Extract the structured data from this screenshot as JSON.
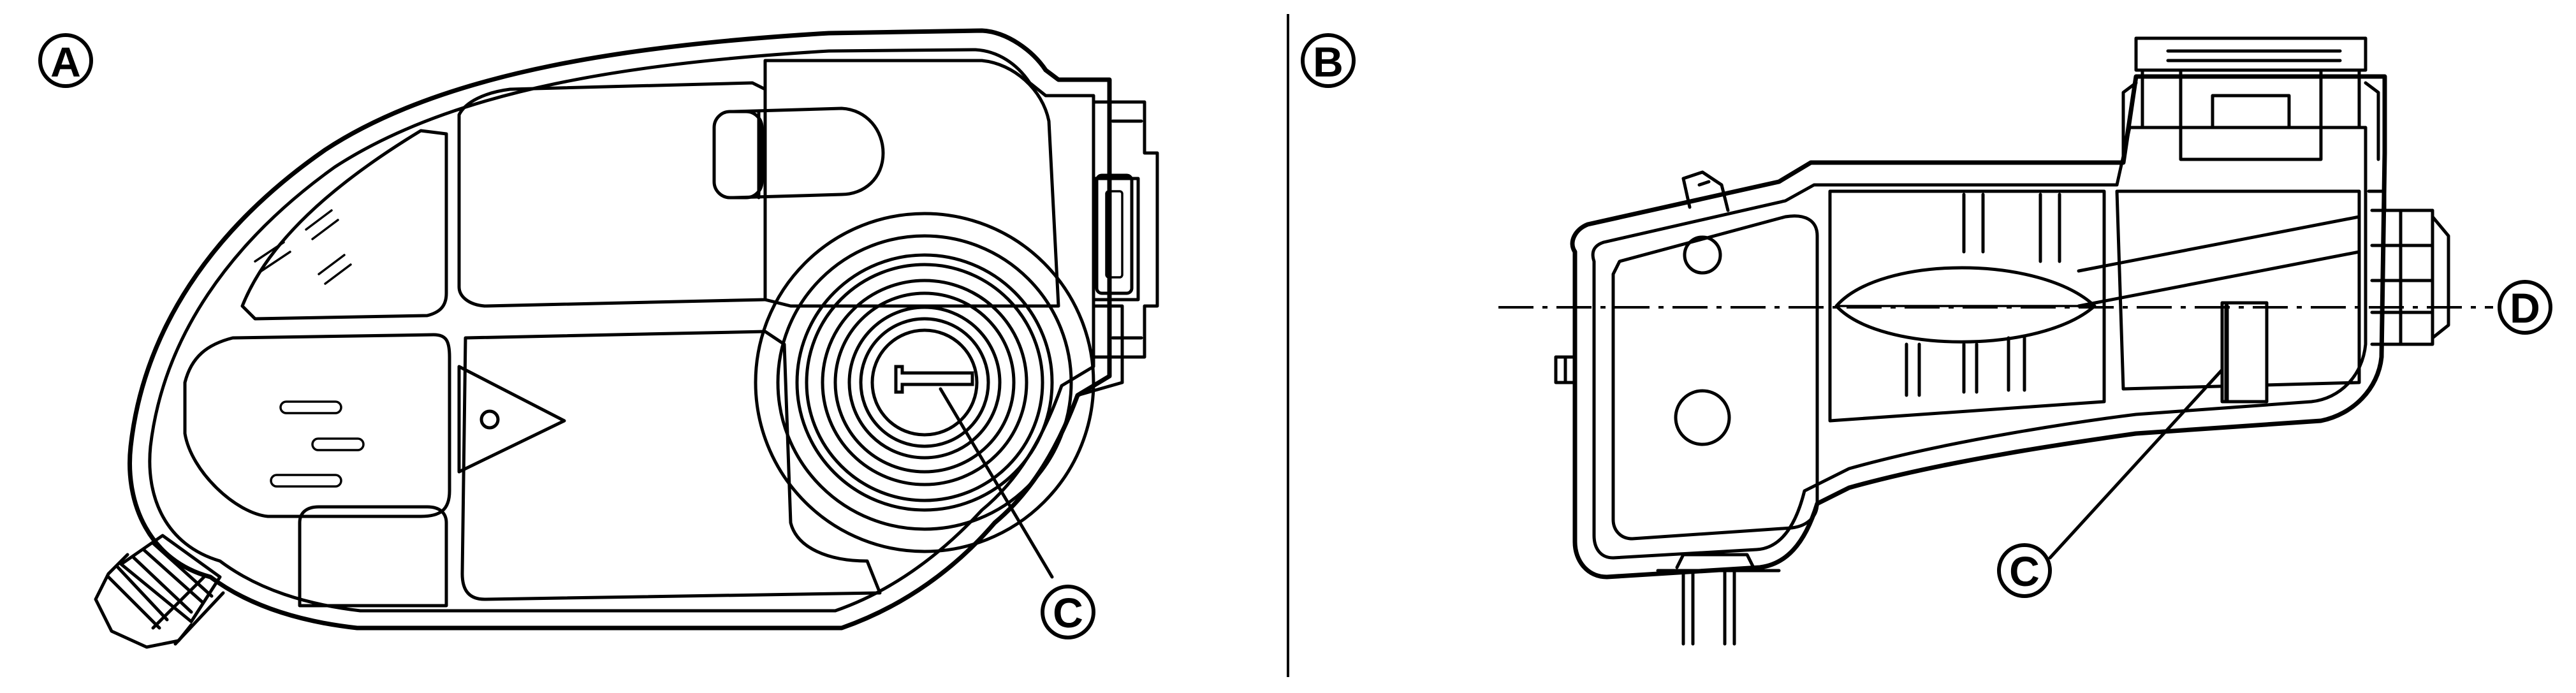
{
  "panels": [
    {
      "id": "A",
      "label": "A"
    },
    {
      "id": "B",
      "label": "B"
    }
  ],
  "callouts": [
    {
      "id": "C-left",
      "label": "C"
    },
    {
      "id": "C-right",
      "label": "C"
    },
    {
      "id": "D",
      "label": "D"
    }
  ],
  "colors": {
    "line": "#000000",
    "background": "#ffffff"
  }
}
